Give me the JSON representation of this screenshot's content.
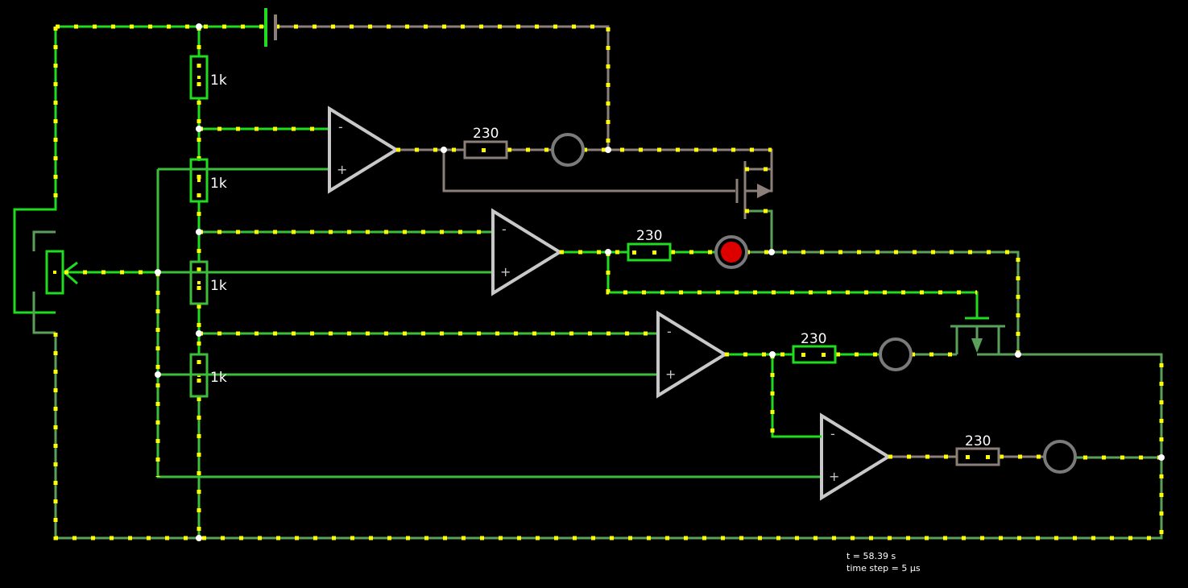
{
  "labels": {
    "r1": "1k",
    "r2": "1k",
    "r3": "1k",
    "r4": "1k",
    "led_r1": "230",
    "led_r2": "230",
    "led_r3": "230",
    "led_r4": "230"
  },
  "opamp_symbols": {
    "minus": "-",
    "plus": "+"
  },
  "status": {
    "time": "t = 58.39 s",
    "time_step": "time step = 5 μs"
  },
  "leds": [
    {
      "name": "led-1",
      "lit": false
    },
    {
      "name": "led-2",
      "lit": true
    },
    {
      "name": "led-3",
      "lit": false
    },
    {
      "name": "led-4",
      "lit": false
    }
  ],
  "colors": {
    "background": "#000000",
    "wire_bright": "#1fdc1f",
    "wire_mid": "#3cbe3c",
    "wire_dim": "#5aa05a",
    "wire_gray": "#8c7f7a",
    "current_dot": "#ffff00",
    "opamp": "#c8c8c8",
    "led_on": "#dd0000",
    "led_off": "#7a7a7a",
    "node": "#ffffff"
  }
}
